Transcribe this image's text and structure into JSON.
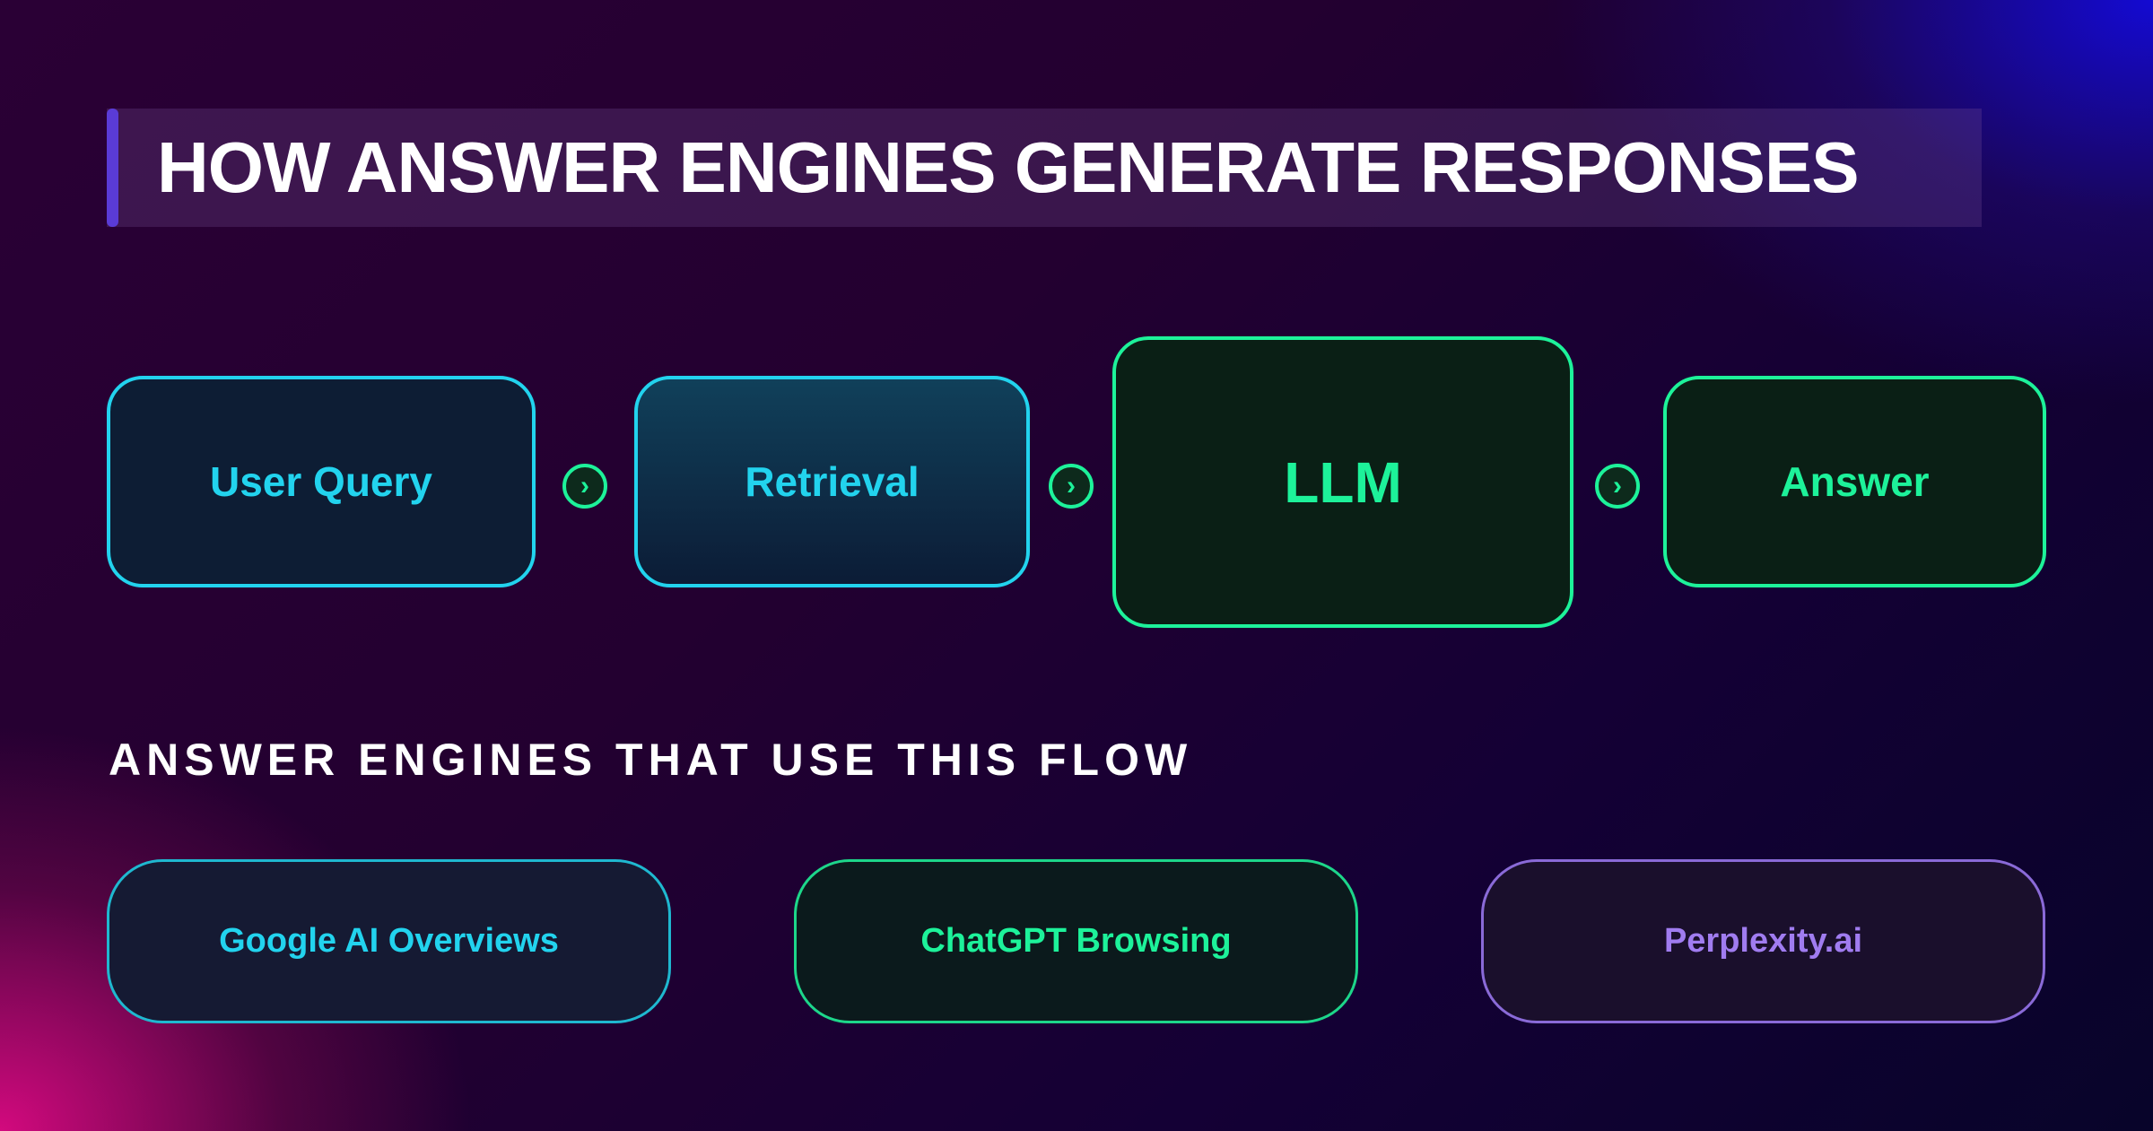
{
  "title": "HOW ANSWER ENGINES GENERATE RESPONSES",
  "flow": {
    "steps": [
      "User Query",
      "Retrieval",
      "LLM",
      "Answer"
    ],
    "arrow_icon": "chevron-right-circle-icon"
  },
  "subtitle": "ANSWER ENGINES THAT USE THIS FLOW",
  "engines": [
    "Google AI Overviews",
    "ChatGPT Browsing",
    "Perplexity.ai"
  ],
  "colors": {
    "cyan": "#22d3ee",
    "green": "#1df29a",
    "purple": "#a07cf0",
    "accent": "#5a3bd6"
  }
}
